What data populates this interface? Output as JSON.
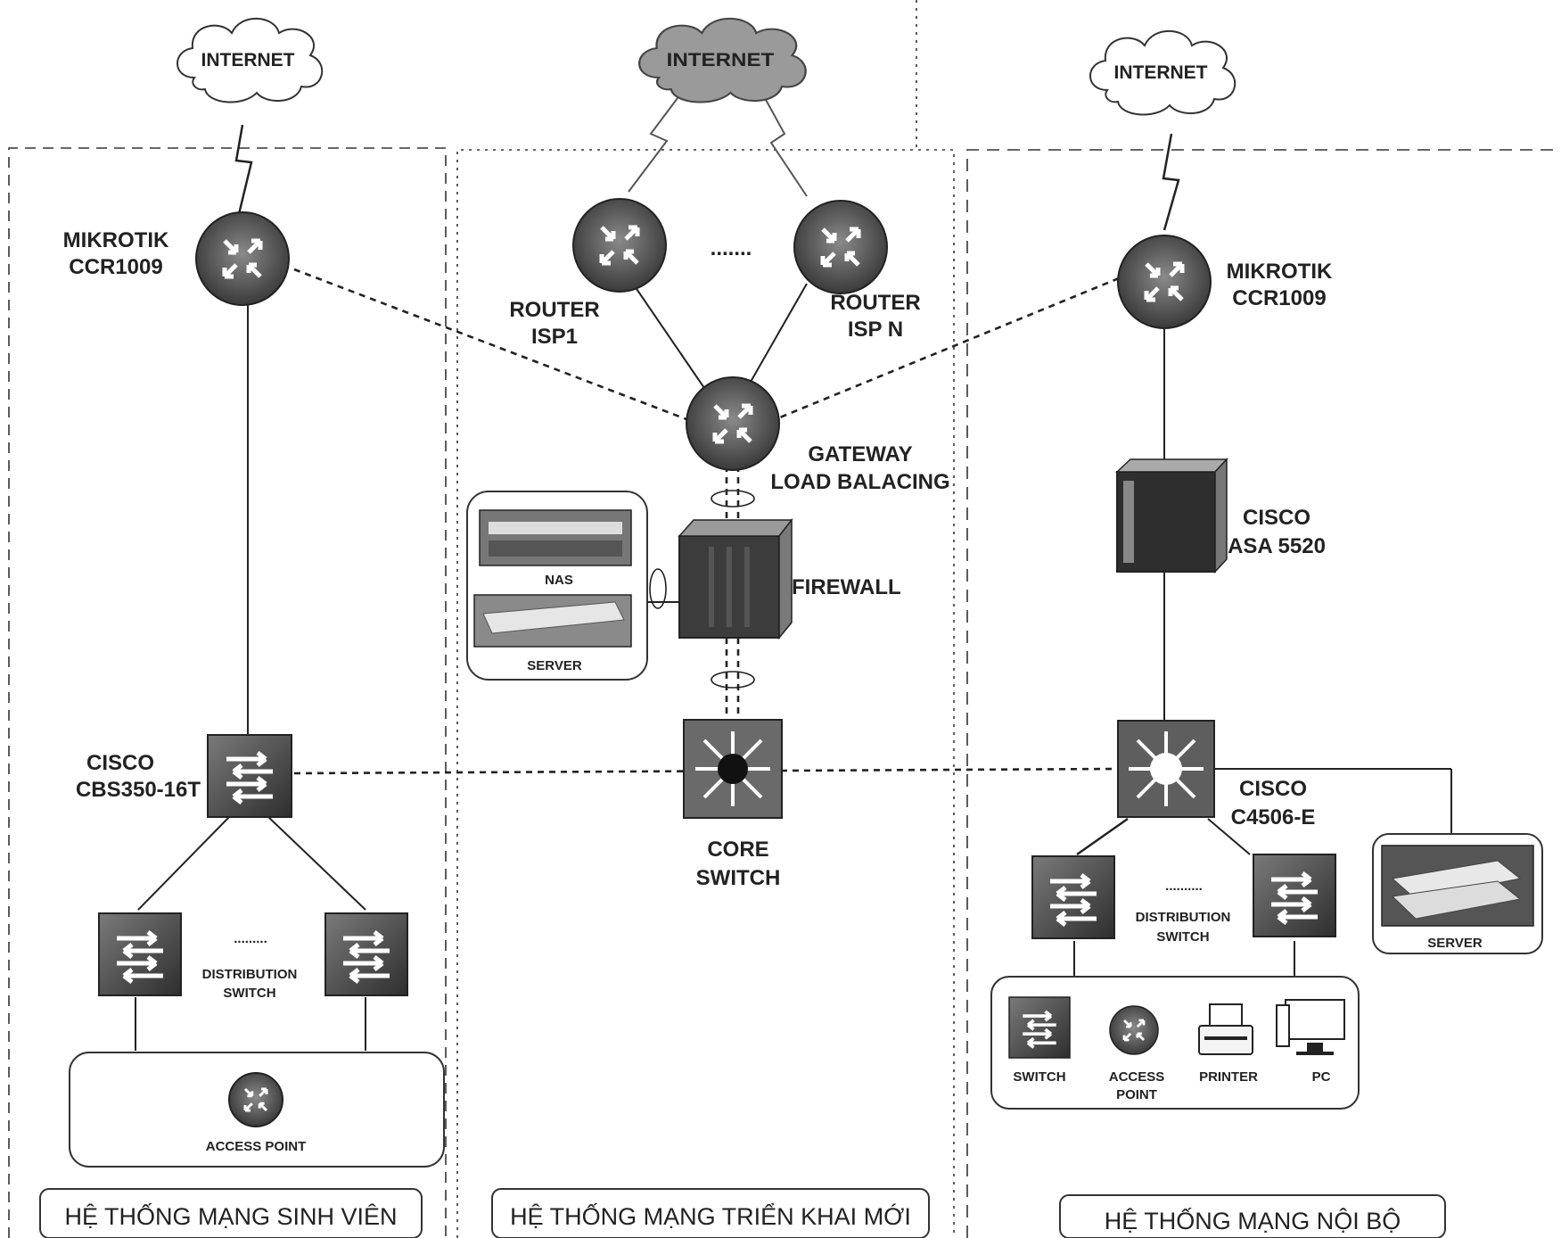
{
  "internet_labels": {
    "left": "INTERNET",
    "center": "INTERNET",
    "right": "INTERNET"
  },
  "student_network": {
    "router_name": "MIKROTIK",
    "router_model": "CCR1009",
    "switch_name": "CISCO",
    "switch_model": "CBS350-16T",
    "dist_dots": ".........",
    "dist_label_1": "DISTRIBUTION",
    "dist_label_2": "SWITCH",
    "access_point_label": "ACCESS POINT",
    "footer": "HỆ THỐNG MẠNG SINH VIÊN"
  },
  "new_network": {
    "router1_line1": "ROUTER",
    "router1_line2": "ISP1",
    "routers_ellipsis": ".......",
    "routern_line1": "ROUTER",
    "routern_line2": "ISP N",
    "gateway_line1": "GATEWAY",
    "gateway_line2": "LOAD BALACING",
    "nas_label": "NAS",
    "server_label": "SERVER",
    "firewall_label": "FIREWALL",
    "core_line1": "CORE",
    "core_line2": "SWITCH",
    "footer": "HỆ THỐNG MẠNG TRIỂN KHAI MỚI"
  },
  "internal_network": {
    "router_name": "MIKROTIK",
    "router_model": "CCR1009",
    "asa_name": "CISCO",
    "asa_model": "ASA 5520",
    "core_name": "CISCO",
    "core_model": "C4506-E",
    "dist_dots": "..........",
    "dist_label_1": "DISTRIBUTION",
    "dist_label_2": "SWITCH",
    "server_label": "SERVER",
    "device_switch": "SWITCH",
    "device_ap_1": "ACCESS",
    "device_ap_2": "POINT",
    "device_printer": "PRINTER",
    "device_pc": "PC",
    "footer": "HỆ THỐNG MẠNG NỘI BỘ"
  }
}
